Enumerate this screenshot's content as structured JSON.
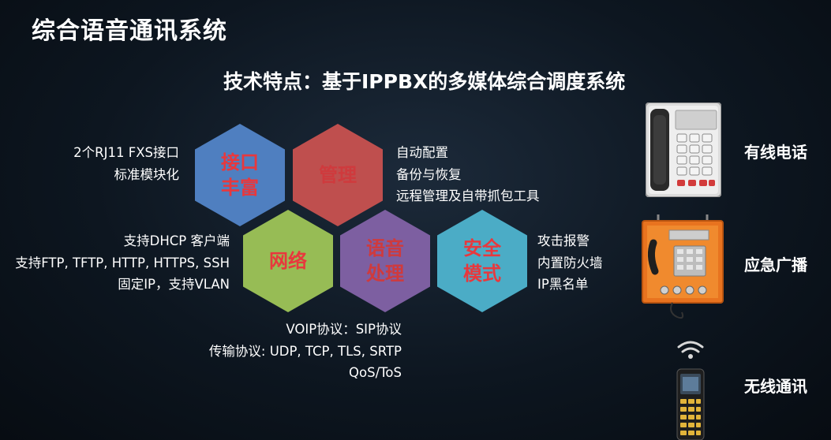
{
  "slide": {
    "title": "综合语音通讯系统",
    "subtitle": "技术特点：基于IPPBX的多媒体综合调度系统"
  },
  "hexagons": {
    "interface": "接口\n丰富",
    "management": "管理",
    "network": "网络",
    "voice": "语音\n处理",
    "security": "安全\n模式"
  },
  "features": {
    "interface": [
      "2个RJ11 FXS接口",
      "标准模块化"
    ],
    "management": [
      "自动配置",
      "备份与恢复",
      "远程管理及自带抓包工具"
    ],
    "network": [
      "支持DHCP 客户端",
      "支持FTP, TFTP, HTTP, HTTPS, SSH",
      "固定IP，支持VLAN"
    ],
    "voice": [
      "VOIP协议：SIP协议",
      "传输协议: UDP, TCP, TLS, SRTP",
      "QoS/ToS"
    ],
    "security": [
      "攻击报警",
      "内置防火墙",
      "IP黑名单"
    ]
  },
  "devices": {
    "wired": "有线电话",
    "emergency": "应急广播",
    "wireless": "无线通讯"
  },
  "colors": {
    "interface": "#4f7fc0",
    "management": "#bf4f4e",
    "network": "#97bc55",
    "voice": "#7d5fa1",
    "security": "#4bacc6",
    "hex_text": "#e8383d"
  }
}
